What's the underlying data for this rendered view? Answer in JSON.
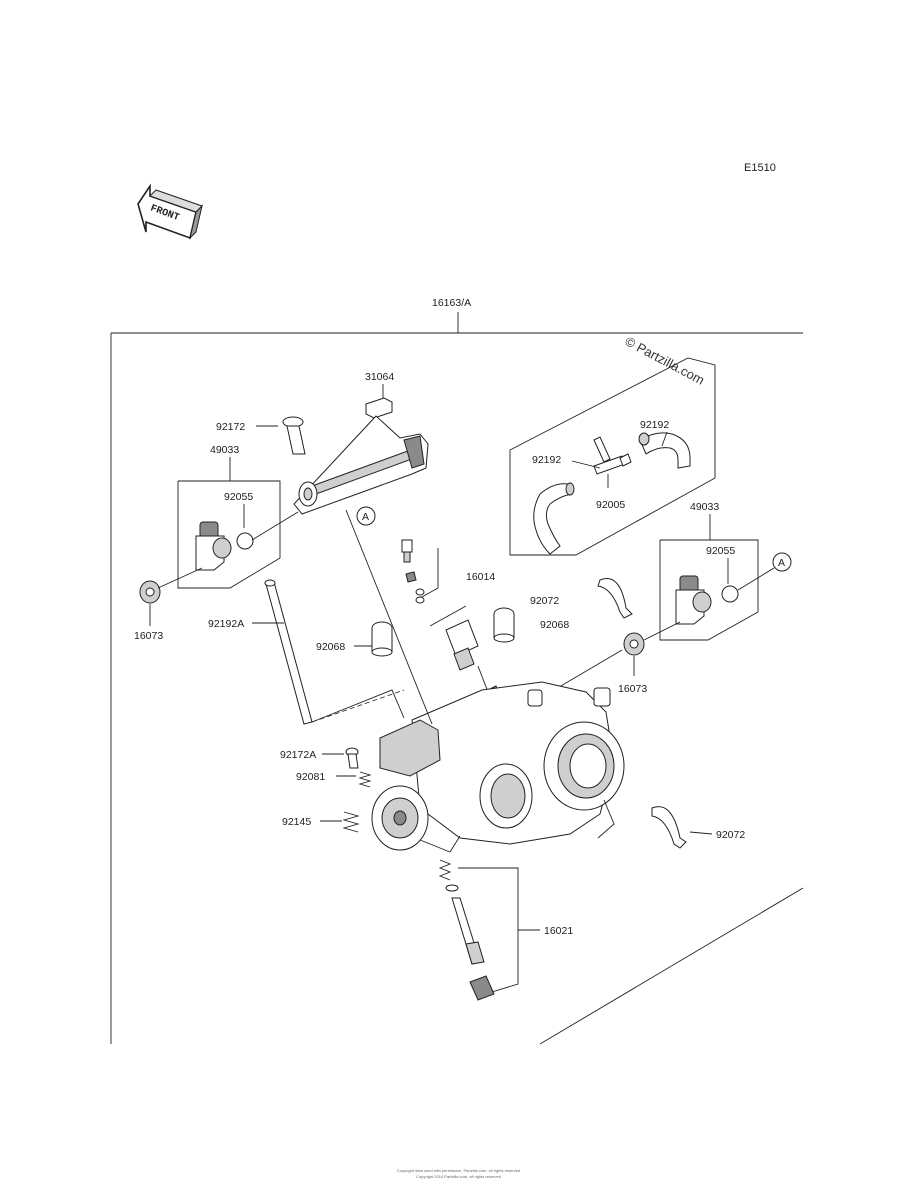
{
  "diagram_code": "E1510",
  "front_badge": "FRONT",
  "assembly_label": "16163/A",
  "watermark": "© Partzilla.com",
  "callout_letter": "A",
  "parts": {
    "p31064": "31064",
    "p92172": "92172",
    "p49033_left": "49033",
    "p92055_left": "92055",
    "p16073_left": "16073",
    "p92192a": "92192A",
    "p92068_left": "92068",
    "p16014": "16014",
    "p92072_top": "92072",
    "p92068_right": "92068",
    "p92192_top": "92192",
    "p92192_left": "92192",
    "p92005": "92005",
    "p49033_right": "49033",
    "p92055_right": "92055",
    "p16073_right": "16073",
    "p92172a": "92172A",
    "p92081": "92081",
    "p92145": "92145",
    "p92072_bottom": "92072",
    "p16021": "16021"
  },
  "footer": {
    "line1": "Copyright data used with permission, Partzilla.com, all rights reserved",
    "line2": "Copyright 2014 Partzilla.com, all rights reserved"
  }
}
